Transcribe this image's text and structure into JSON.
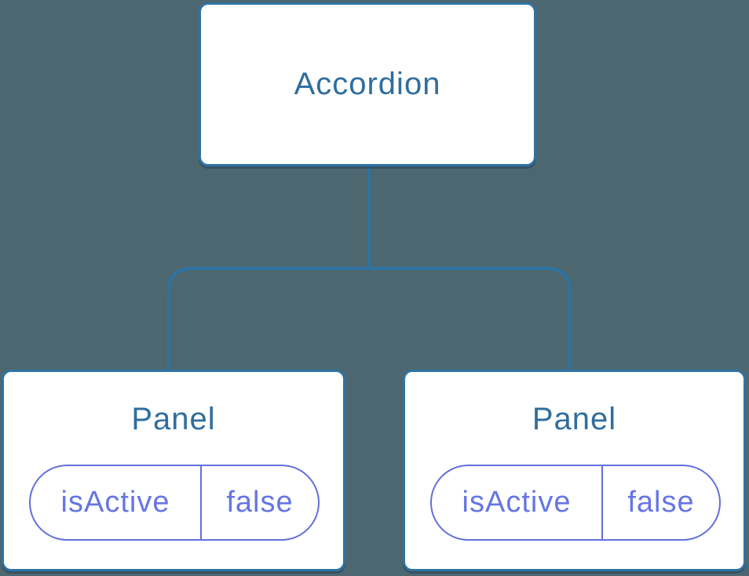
{
  "diagram": {
    "type": "component-tree",
    "colors": {
      "background": "#4D6770",
      "node_fill": "#FFFFFF",
      "node_border": "#2D73A4",
      "node_text": "#2F6E9E",
      "connector": "#2D73A4",
      "node_shadow": "rgba(16, 44, 70, 0.35)",
      "pill_border": "#6270DC",
      "pill_text": "#6675E4"
    },
    "root": {
      "label": "Accordion"
    },
    "children": [
      {
        "label": "Panel",
        "state": {
          "key": "isActive",
          "value": "false"
        }
      },
      {
        "label": "Panel",
        "state": {
          "key": "isActive",
          "value": "false"
        }
      }
    ]
  }
}
